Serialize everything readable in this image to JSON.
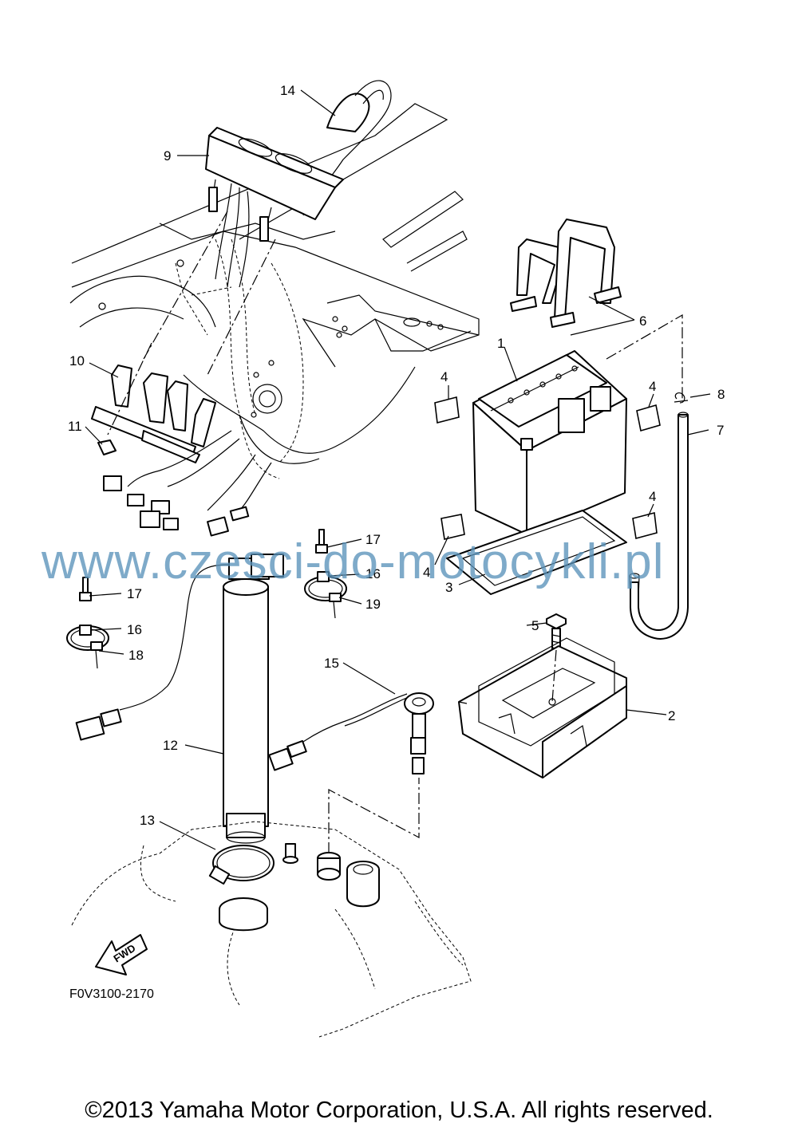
{
  "diagram": {
    "drawing_code": "F0V3100-2170",
    "copyright": "©2013 Yamaha Motor Corporation, U.S.A. All rights reserved.",
    "watermark": "www.czesci-do-motocykli.pl",
    "fwd_label": "FWD",
    "callouts": [
      {
        "id": "c1",
        "label": "1"
      },
      {
        "id": "c2",
        "label": "2"
      },
      {
        "id": "c3",
        "label": "3"
      },
      {
        "id": "c4a",
        "label": "4"
      },
      {
        "id": "c4b",
        "label": "4"
      },
      {
        "id": "c4c",
        "label": "4"
      },
      {
        "id": "c4d",
        "label": "4"
      },
      {
        "id": "c5",
        "label": "5"
      },
      {
        "id": "c6",
        "label": "6"
      },
      {
        "id": "c7",
        "label": "7"
      },
      {
        "id": "c8",
        "label": "8"
      },
      {
        "id": "c9",
        "label": "9"
      },
      {
        "id": "c10",
        "label": "10"
      },
      {
        "id": "c11",
        "label": "11"
      },
      {
        "id": "c12",
        "label": "12"
      },
      {
        "id": "c13",
        "label": "13"
      },
      {
        "id": "c14",
        "label": "14"
      },
      {
        "id": "c15",
        "label": "15"
      },
      {
        "id": "c16a",
        "label": "16"
      },
      {
        "id": "c16b",
        "label": "16"
      },
      {
        "id": "c17a",
        "label": "17"
      },
      {
        "id": "c17b",
        "label": "17"
      },
      {
        "id": "c18",
        "label": "18"
      },
      {
        "id": "c19",
        "label": "19"
      }
    ]
  }
}
